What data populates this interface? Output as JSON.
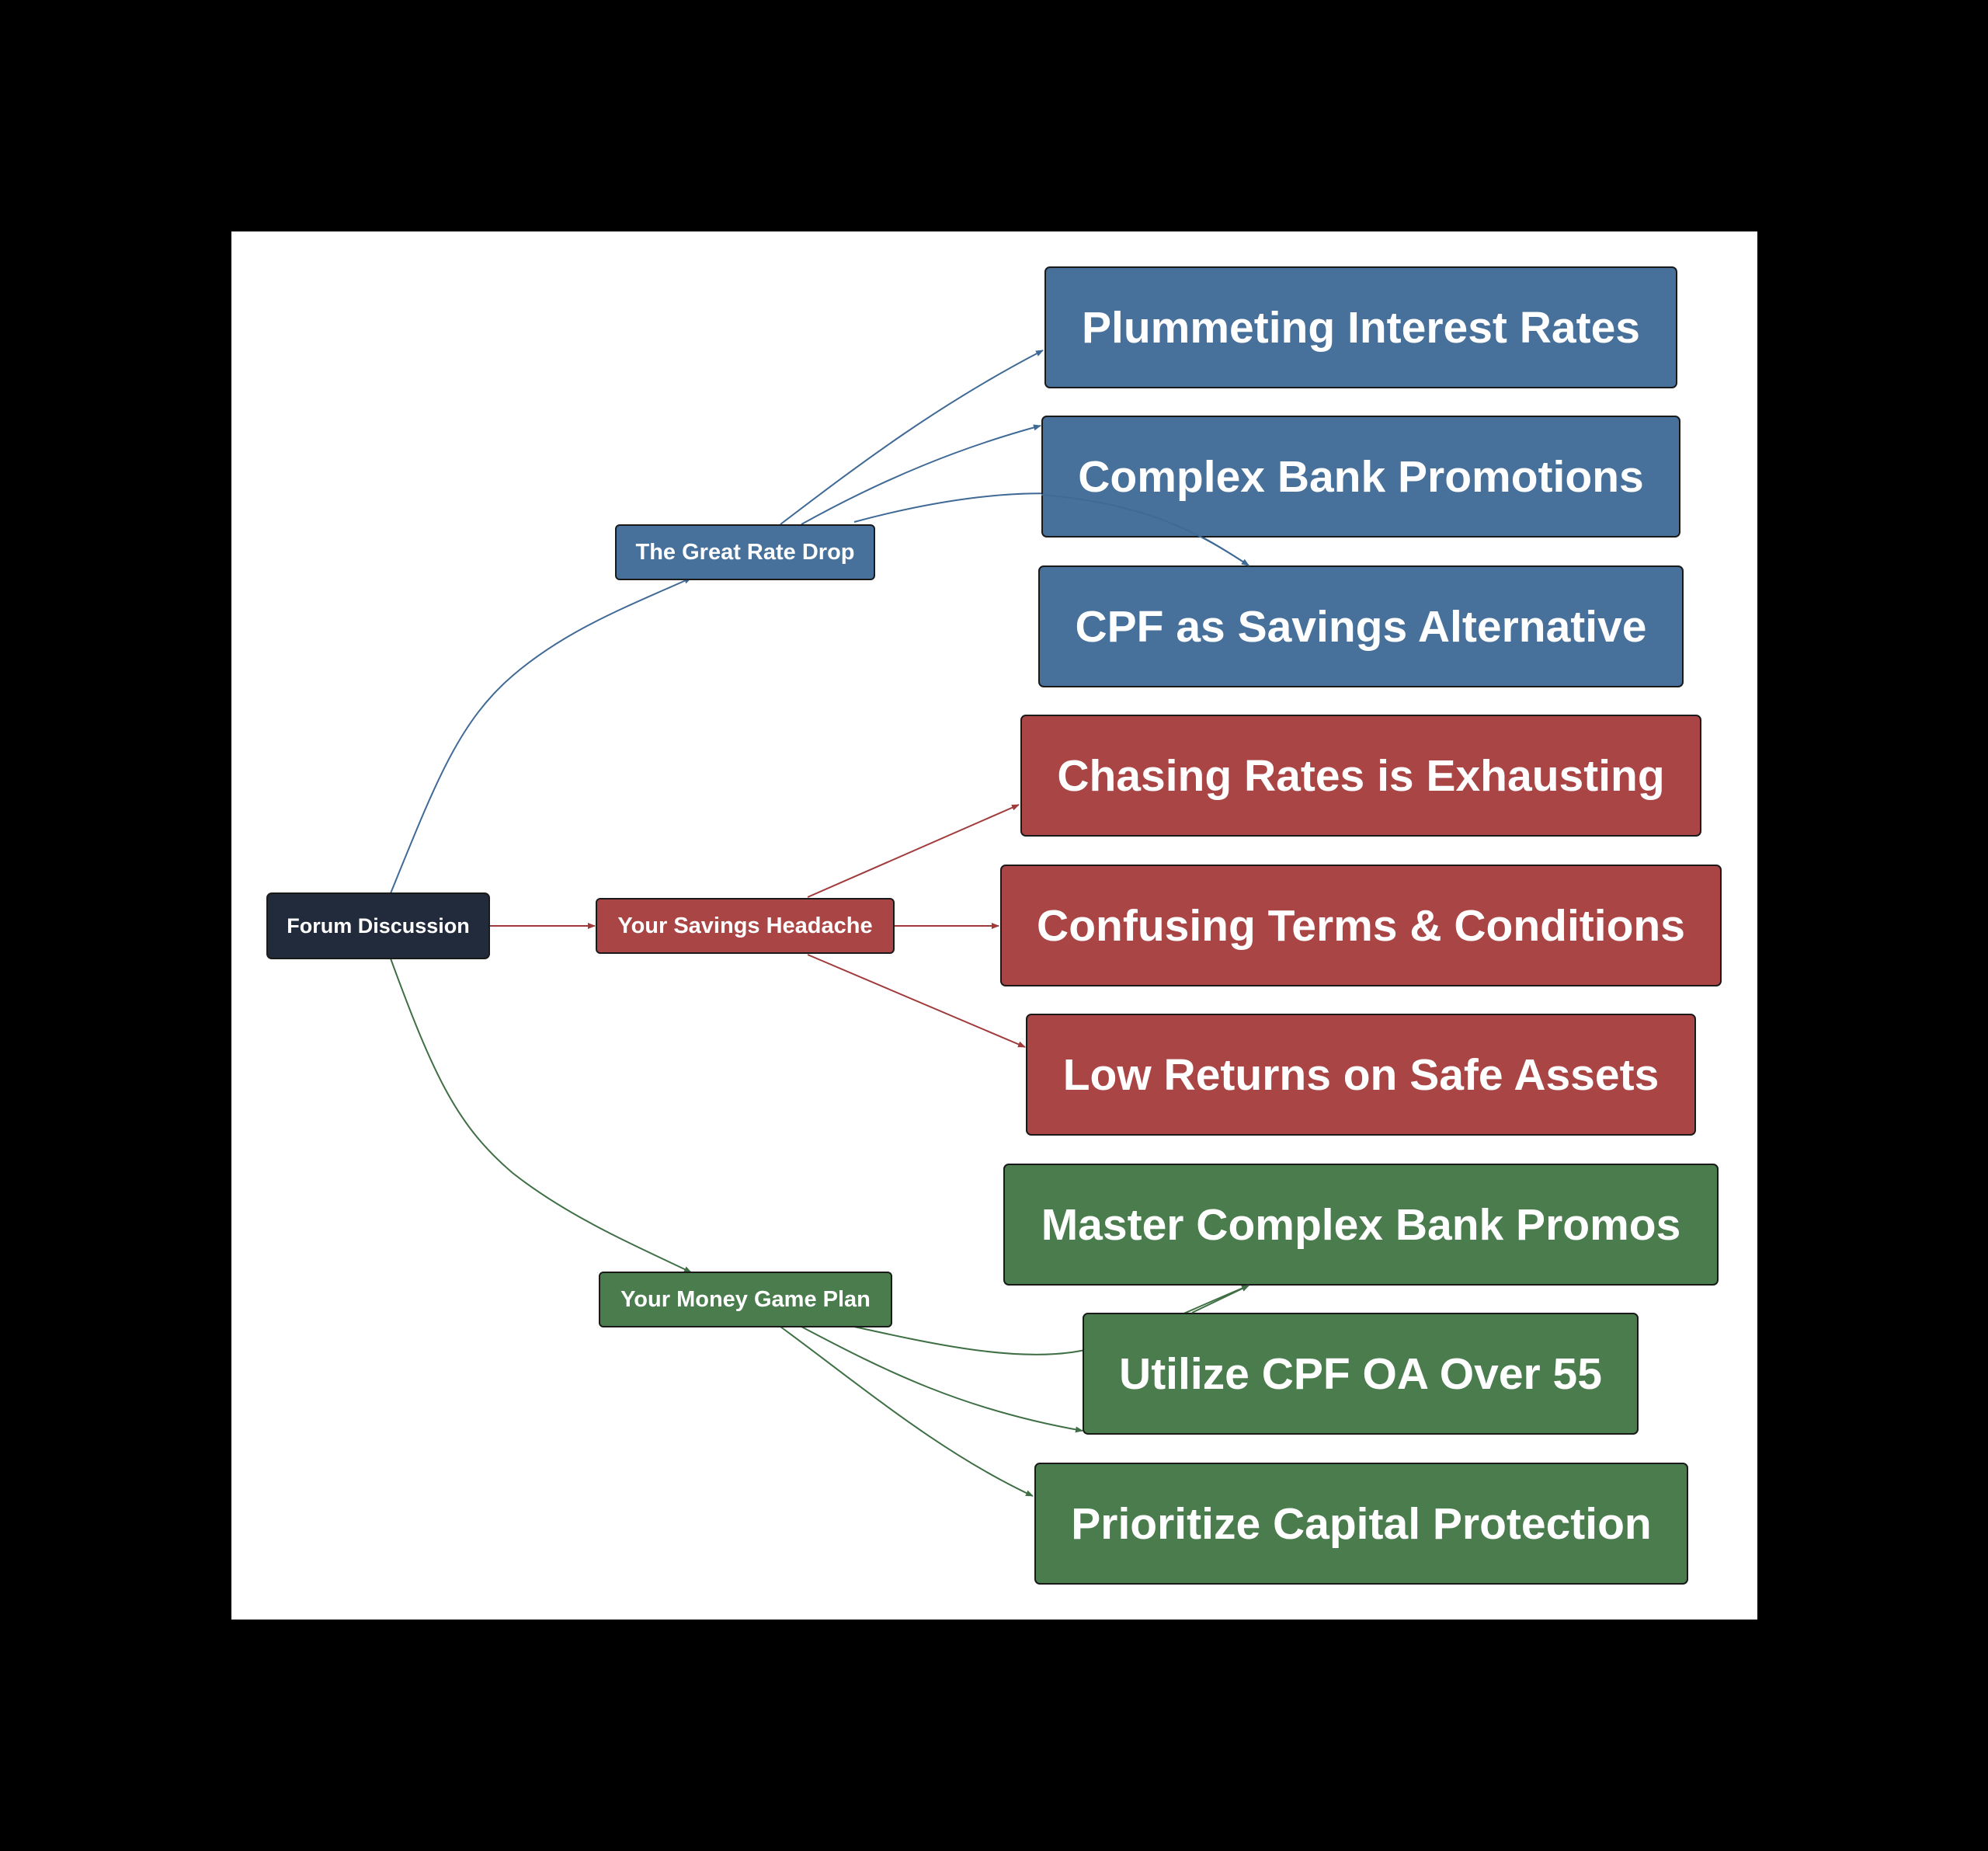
{
  "colors": {
    "root": "#222b3b",
    "blue": "#47709b",
    "red": "#aa4546",
    "green": "#4a7c4e",
    "blue_edge": "#3f6a96",
    "red_edge": "#a03a3b",
    "green_edge": "#3f6f44"
  },
  "root": {
    "label": "Forum Discussion"
  },
  "branches": [
    {
      "label": "The Great Rate Drop",
      "color": "blue",
      "leaves": [
        "Plummeting Interest Rates",
        "Complex Bank Promotions",
        "CPF as Savings Alternative"
      ]
    },
    {
      "label": "Your Savings Headache",
      "color": "red",
      "leaves": [
        "Chasing Rates is Exhausting",
        "Confusing Terms & Conditions",
        "Low Returns on Safe Assets"
      ]
    },
    {
      "label": "Your Money Game Plan",
      "color": "green",
      "leaves": [
        "Master Complex Bank Promos",
        "Utilize CPF OA Over 55",
        "Prioritize Capital Protection"
      ]
    }
  ]
}
